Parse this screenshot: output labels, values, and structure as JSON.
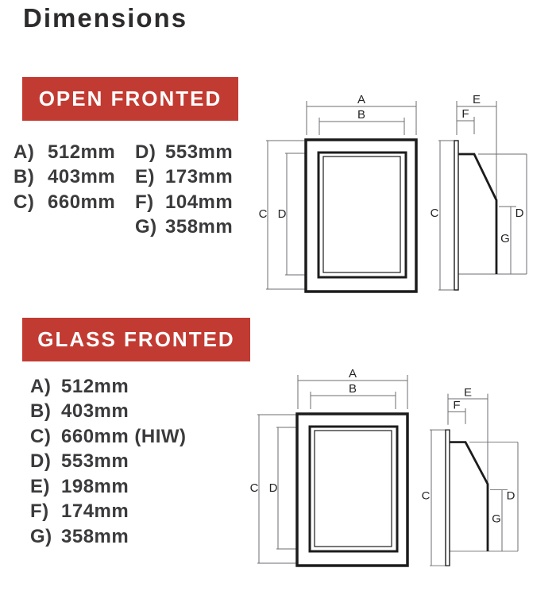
{
  "page": {
    "title": "Dimensions"
  },
  "colors": {
    "banner_red": "#c23b32",
    "heading_text": "#2d2b2c",
    "body_text": "#3b3a3c",
    "shape_line": "#1c1c1c",
    "dimension_line": "#6d6e71"
  },
  "sections": [
    {
      "banner": "OPEN FRONTED",
      "columns": [
        [
          {
            "letter": "A)",
            "value": "512mm"
          },
          {
            "letter": "B)",
            "value": "403mm"
          },
          {
            "letter": "C)",
            "value": "660mm"
          }
        ],
        [
          {
            "letter": "D)",
            "value": "553mm"
          },
          {
            "letter": "E)",
            "value": "173mm"
          },
          {
            "letter": "F)",
            "value": "104mm"
          },
          {
            "letter": "G)",
            "value": "358mm"
          }
        ]
      ]
    },
    {
      "banner": "GLASS FRONTED",
      "columns": [
        [
          {
            "letter": "A)",
            "value": "512mm"
          },
          {
            "letter": "B)",
            "value": "403mm"
          },
          {
            "letter": "C)",
            "value": "660mm (HIW)"
          },
          {
            "letter": "D)",
            "value": "553mm"
          },
          {
            "letter": "E)",
            "value": "198mm"
          },
          {
            "letter": "F)",
            "value": "174mm"
          },
          {
            "letter": "G)",
            "value": "358mm"
          }
        ]
      ]
    }
  ],
  "diagram_labels": {
    "a": "A",
    "b": "B",
    "c": "C",
    "d": "D",
    "e": "E",
    "f": "F",
    "g": "G"
  }
}
